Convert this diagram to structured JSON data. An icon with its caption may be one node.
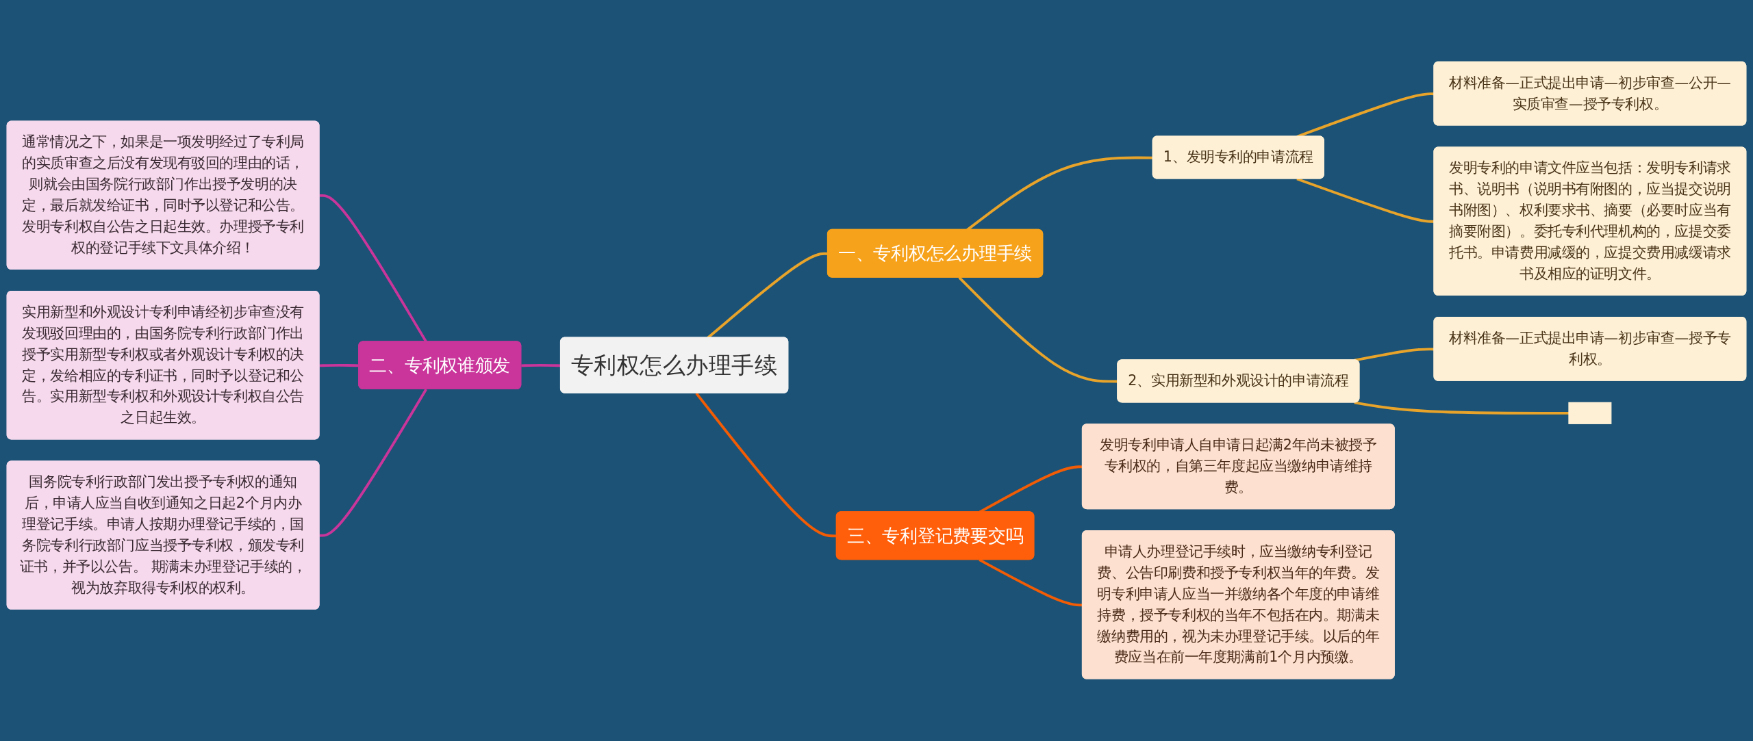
{
  "diagram": {
    "nodes": [
      {
        "text": [
          "专利权怎么办理手续"
        ]
      },
      {
        "text": [
          "一、专利权怎么办理手续"
        ]
      },
      {
        "text": [
          "1、发明专利的申请流程"
        ]
      },
      {
        "text": [
          "材料准备—正式提出申请—初步审查—公开—实质审查—授予专利权。"
        ]
      },
      {
        "text": [
          "发明专利的申请文件应当包括：发明专利请求书、说明书（说明书有附图的，应当提交说明书附图）、权利要求书、摘要（必要时应当有摘要附图）。委托专利代理机构的，应提交委托书。申请费用减缓的，应提交费用减缓请求书及相应的证明文件。"
        ]
      },
      {
        "text": [
          "2、实用新型和外观设计的申请流程"
        ]
      },
      {
        "text": [
          "材料准备—正式提出申请—初步审查—授予专利权。"
        ]
      },
      {
        "text": [],
        "shape": "box"
      },
      {
        "text": [
          "二、专利权谁颁发"
        ]
      },
      {
        "text": [
          "通常情况之下，如果是一项发明经过了专利局的实质审查之后没有发现有驳回的理由的话，则就会由国务院行政部门作出授予发明的决定，最后就发给证书，同时予以登记和公告。发明专利权自公告之日起生效。办理授予专利权的登记手续下文具体介绍！"
        ]
      },
      {
        "text": [
          "实用新型和外观设计专利申请经初步审查没有发现驳回理由的，由国务院专利行政部门作出授予实用新型专利权或者外观设计专利权的决定，发给相应的专利证书，同时予以登记和公告。实用新型专利权和外观设计专利权自公告之日起生效。"
        ]
      },
      {
        "text": [
          "国务院专利行政部门发出授予专利权的通知后，申请人应当自收到通知之日起2个月内办理登记手续。申请人按期办理登记手续的，国务院专利行政部门应当授予专利权，颁发专利证书，并予以公告。 期满未办理登记手续的，视为放弃取得专利权的权利。"
        ]
      },
      {
        "text": [
          "三、专利登记费要交吗"
        ]
      },
      {
        "text": [
          "发明专利申请人自申请日起满2年尚未被授予专利权的，自第三年度起应当缴纳申请维持费。"
        ]
      },
      {
        "text": [
          "申请人办理登记手续时，应当缴纳专利登记费、公告印刷费和授予专利权当年的年费。发明专利申请人应当一并缴纳各个年度的申请维持费，授予专利权的当年不包括在内。期满未缴纳费用的，视为未办理登记手续。以后的年费应当在前一年度期满前1个月内预缴。"
        ]
      }
    ],
    "edges": [
      {
        "from": 9,
        "to": 8,
        "arrow": "none",
        "color": "#c9359a"
      },
      {
        "from": 10,
        "to": 8,
        "arrow": "none",
        "color": "#c9359a"
      },
      {
        "from": 11,
        "to": 8,
        "arrow": "none",
        "color": "#c9359a"
      },
      {
        "from": 8,
        "to": 0,
        "arrow": "none",
        "color": "#c9359a"
      },
      {
        "from": 0,
        "to": 1,
        "arrow": "none"
      },
      {
        "from": 1,
        "to": 2,
        "arrow": "none"
      },
      {
        "from": 2,
        "to": 3,
        "arrow": "none"
      },
      {
        "from": 2,
        "to": 4,
        "arrow": "none"
      },
      {
        "from": 1,
        "to": 5,
        "arrow": "none"
      },
      {
        "from": 5,
        "to": 6,
        "arrow": "none"
      },
      {
        "from": 5,
        "to": 7,
        "arrow": "none"
      },
      {
        "from": 0,
        "to": 12,
        "arrow": "none",
        "color": "#f25c05"
      },
      {
        "from": 12,
        "to": 13,
        "arrow": "none",
        "color": "#f25c05"
      },
      {
        "from": 12,
        "to": 14,
        "arrow": "none",
        "color": "#f25c05"
      }
    ]
  }
}
